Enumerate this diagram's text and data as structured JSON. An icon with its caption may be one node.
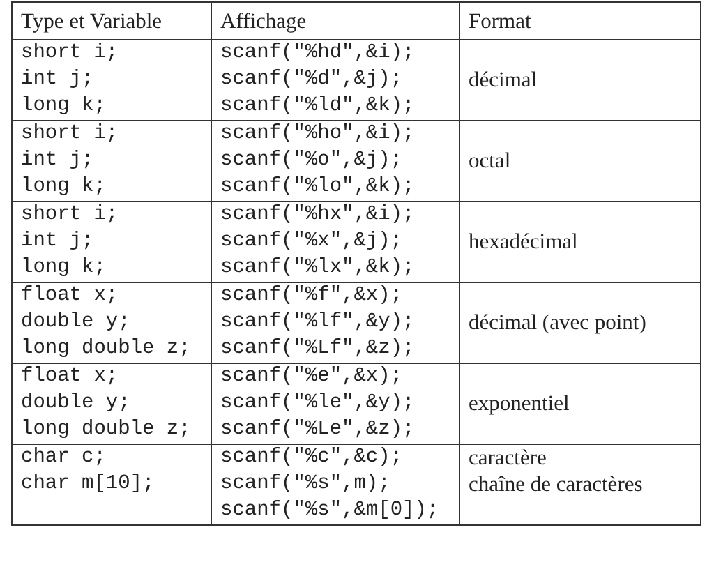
{
  "diagram": {
    "labels": [
      "Type et Variable",
      "Affichage",
      "Format",
      "short i;",
      "int j;",
      "long k;",
      "scanf(\"%hd\",&i);",
      "scanf(\"%d\",&j);",
      "scanf(\"%ld\",&k);",
      "décimal",
      "short i;",
      "int j;",
      "long k;",
      "scanf(\"%ho\",&i);",
      "scanf(\"%o\",&j);",
      "scanf(\"%lo\",&k);",
      "octal",
      "short i;",
      "int j;",
      "long k;",
      "scanf(\"%hx\",&i);",
      "scanf(\"%x\",&j);",
      "scanf(\"%lx\",&k);",
      "hexadécimal",
      "float x;",
      "double y;",
      "long double z;",
      "scanf(\"%f\",&x);",
      "scanf(\"%lf\",&y);",
      "scanf(\"%Lf\",&z);",
      "décimal (avec point)",
      "float x;",
      "double y;",
      "long double z;",
      "scanf(\"%e\",&x);",
      "scanf(\"%le\",&y);",
      "scanf(\"%Le\",&z);",
      "exponentiel",
      "char c;",
      "char m[10];",
      "scanf(\"%c\",&c);",
      "scanf(\"%s\",m);",
      "scanf(\"%s\",&m[0]);",
      "caractère",
      "chaîne de caractères"
    ]
  }
}
